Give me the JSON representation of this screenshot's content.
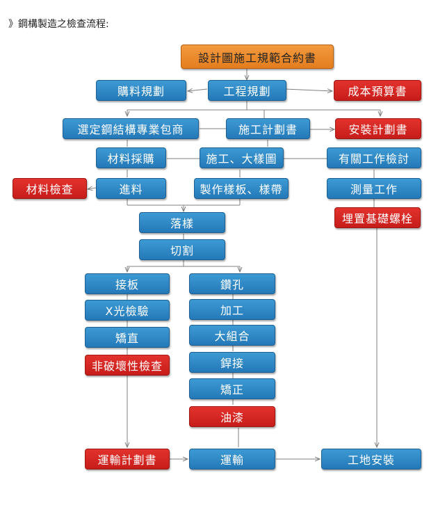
{
  "heading": "》鋼構製造之檢查流程:",
  "colors": {
    "blue": "#2a86c6",
    "red": "#d9261f",
    "orange": "#ef8a2c",
    "line": "#7f7f7f"
  },
  "nodes": {
    "contract": "設計圖施工規範合約書",
    "purchase_plan": "購料規劃",
    "engineering_plan": "工程規劃",
    "cost_budget": "成本預算書",
    "select_contractor": "選定鋼結構專業包商",
    "construction_plan": "施工計劃書",
    "safety_plan": "安裝計劃書",
    "material_purchase": "材料採購",
    "shop_drawing": "施工、大樣圖",
    "related_review": "有關工作檢討",
    "material_inspection": "材料檢查",
    "material_in": "進料",
    "make_template": "製作樣板、樣帶",
    "survey": "測量工作",
    "anchor_bolt": "埋置基礎螺栓",
    "layout": "落樣",
    "cutting": "切割",
    "splice_plate": "接板",
    "xray": "X光檢驗",
    "straighten": "矯直",
    "ndt": "非破壞性檢查",
    "drilling": "鑽孔",
    "processing": "加工",
    "assembly": "大組合",
    "welding": "銲接",
    "correction": "矯正",
    "painting": "油漆",
    "transport_plan": "運輸計劃書",
    "transport": "運輸",
    "site_install": "工地安裝"
  }
}
